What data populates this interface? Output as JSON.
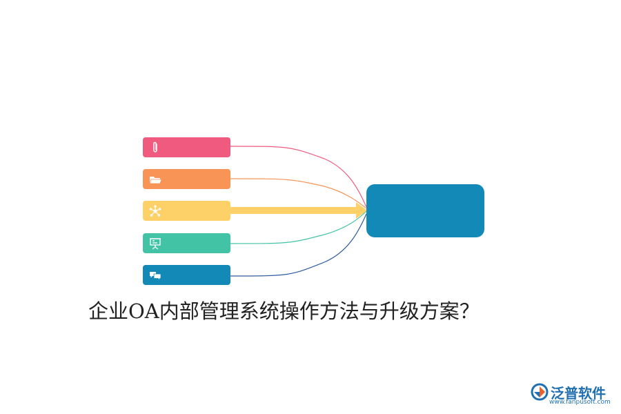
{
  "title": "企业OA内部管理系统操作方法与升级方案？",
  "colors": {
    "pink": "#f05a7e",
    "orange": "#f79456",
    "yellow": "#fdd168",
    "teal": "#43c3a6",
    "blue": "#1389b7",
    "hub": "#1389b7"
  },
  "nodes": [
    {
      "icon": "paperclip-icon",
      "color": "#f05a7e",
      "connector": "thin"
    },
    {
      "icon": "folder-icon",
      "color": "#f79456",
      "connector": "thin"
    },
    {
      "icon": "network-icon",
      "color": "#fdd168",
      "connector": "arrow"
    },
    {
      "icon": "presentation-icon",
      "color": "#43c3a6",
      "connector": "thin"
    },
    {
      "icon": "chat-bubbles-icon",
      "color": "#1389b7",
      "connector": "thin"
    }
  ],
  "watermark": {
    "brand": "泛普软件",
    "url": "www.fanpusoft.com"
  }
}
